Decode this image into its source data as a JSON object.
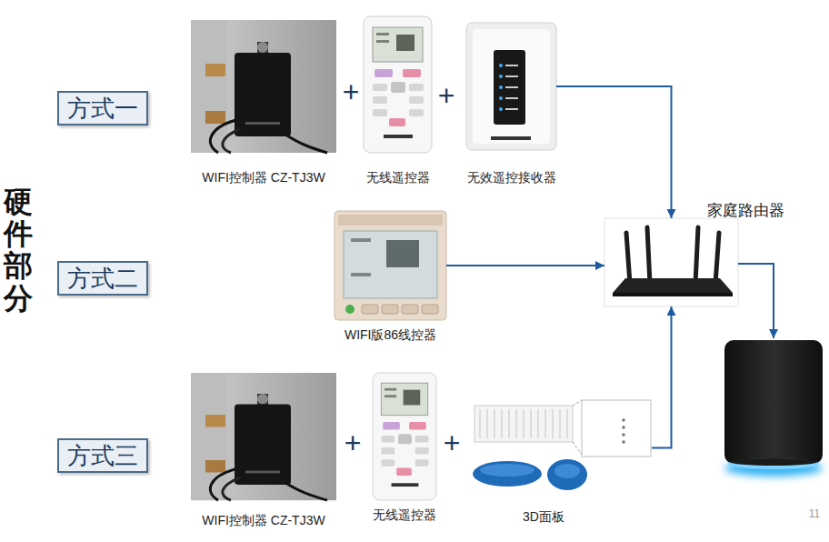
{
  "diagram": {
    "title": "硬件部分",
    "nodes": [
      {
        "text": [
          "方式一"
        ]
      },
      {
        "text": [
          "WIFI控制器 CZ-TJ3W"
        ]
      },
      {
        "text": [
          "无线遥控器"
        ]
      },
      {
        "text": [
          "无效遥控接收器"
        ]
      },
      {
        "text": [
          "家庭路由器"
        ]
      },
      {
        "text": [
          "方式二"
        ]
      },
      {
        "text": [
          "WIFI版86线控器"
        ]
      },
      {
        "text": [
          "方式三"
        ]
      },
      {
        "text": [
          "WIFI控制器 CZ-TJ3W"
        ]
      },
      {
        "text": [
          "无线遥控器"
        ]
      },
      {
        "text": [
          "3D面板"
        ]
      }
    ],
    "edges": [
      {
        "from": 3,
        "to": 4,
        "arrow": "to"
      },
      {
        "from": 6,
        "to": 4,
        "arrow": "to"
      },
      {
        "from": 10,
        "to": 4,
        "arrow": "to"
      }
    ],
    "labels": [
      "+",
      "+",
      "+",
      "+",
      "11"
    ]
  }
}
